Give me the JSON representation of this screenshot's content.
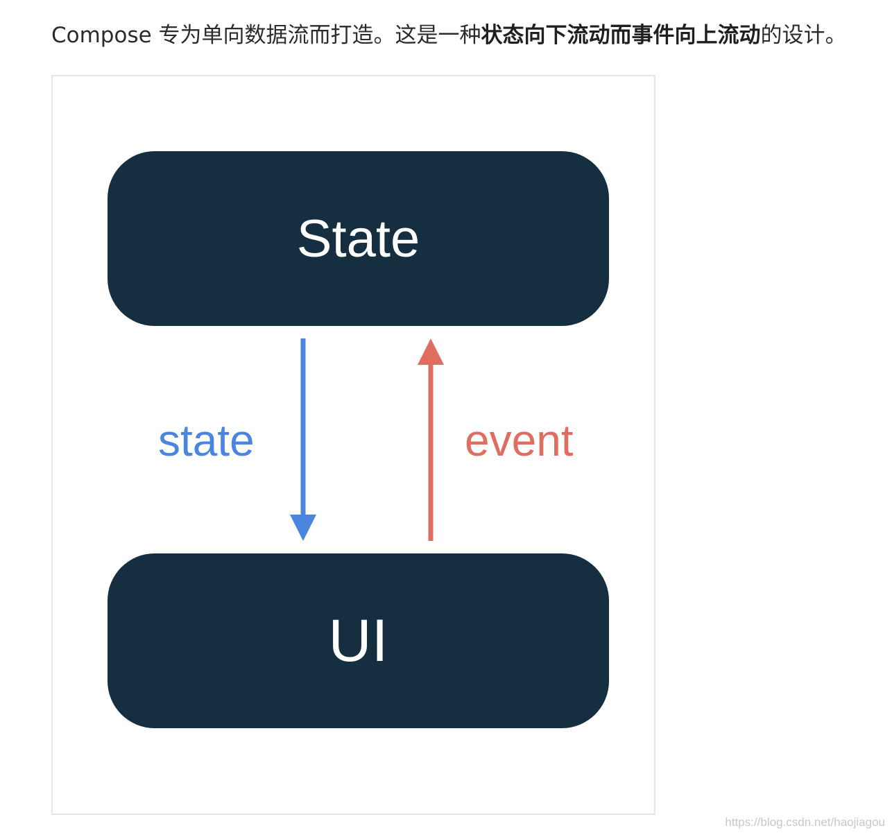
{
  "intro": {
    "prefix": "Compose 专为单向数据流而打造。这是一种",
    "emphasis": "状态向下流动而事件向上流动",
    "suffix": "的设计。"
  },
  "diagram": {
    "top_box_label": "State",
    "bottom_box_label": "UI",
    "down_arrow_label": "state",
    "up_arrow_label": "event",
    "colors": {
      "box": "#152f40",
      "state_arrow": "#4a86e0",
      "event_arrow": "#e06e60"
    }
  },
  "watermark": "https://blog.csdn.net/haojiagou"
}
